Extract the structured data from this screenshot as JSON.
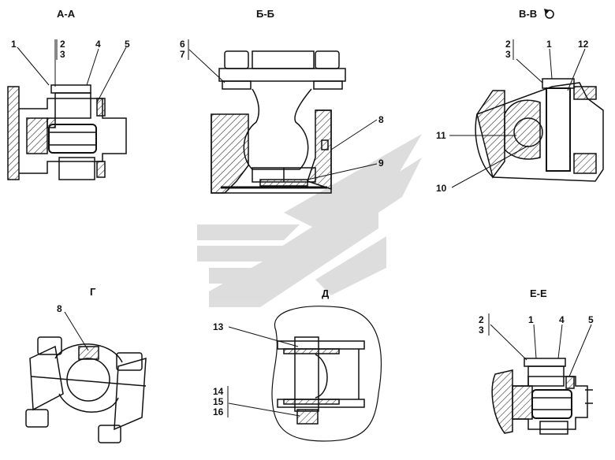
{
  "views": {
    "aa": {
      "title": "А-А",
      "labels": [
        "1",
        "2",
        "3",
        "4",
        "5"
      ]
    },
    "bb": {
      "title": "Б-Б",
      "labels": [
        "6",
        "7",
        "8",
        "9"
      ]
    },
    "vv": {
      "title": "В-В",
      "labels": [
        "2",
        "3",
        "1",
        "12",
        "11",
        "10"
      ],
      "rotation_icon": "rotation-arrow-icon"
    },
    "g": {
      "title": "Г",
      "labels": [
        "8"
      ]
    },
    "d": {
      "title": "Д",
      "labels": [
        "13",
        "14",
        "15",
        "16"
      ]
    },
    "ee": {
      "title": "Е-Е",
      "labels": [
        "2",
        "3",
        "1",
        "4",
        "5"
      ]
    }
  },
  "colors": {
    "line": "#111111",
    "hatch": "#333333",
    "watermark": "#d8d8d8"
  },
  "watermark_icon": "company-logo-watermark"
}
